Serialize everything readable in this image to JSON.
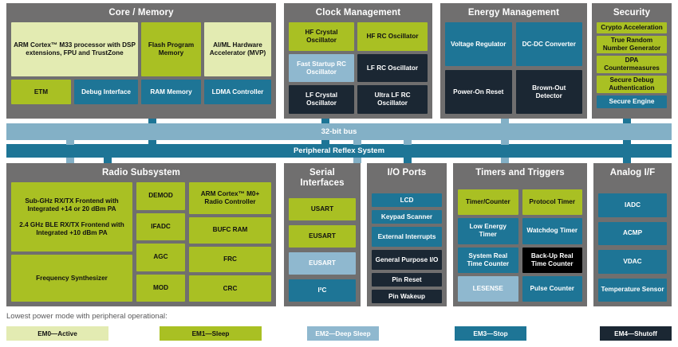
{
  "diagram": {
    "bus_32": "32-bit bus",
    "bus_prs": "Peripheral Reflex System"
  },
  "sections": {
    "core_memory": {
      "title": "Core / Memory",
      "blocks": {
        "cpu": "ARM Cortex™ M33 processor with DSP extensions, FPU and TrustZone",
        "flash": "Flash Program Memory",
        "aiml": "AI/ML Hardware Accelerator (MVP)",
        "etm": "ETM",
        "debug": "Debug Interface",
        "ram": "RAM Memory",
        "ldma": "LDMA Controller"
      }
    },
    "clock_management": {
      "title": "Clock Management",
      "blocks": {
        "hfxo": "HF Crystal Oscillator",
        "hfrco": "HF RC Oscillator",
        "fsrco": "Fast Startup RC Oscillator",
        "lfrco": "LF RC Oscillator",
        "lfxo": "LF Crystal Oscillator",
        "ulfrco": "Ultra LF RC Oscillator"
      }
    },
    "energy_management": {
      "title": "Energy Management",
      "blocks": {
        "vreg": "Voltage Regulator",
        "dcdc": "DC-DC Converter",
        "por": "Power-On Reset",
        "bod": "Brown-Out Detector"
      }
    },
    "security": {
      "title": "Security",
      "blocks": {
        "crypto": "Crypto Acceleration",
        "trng": "True Random Number Generator",
        "dpa": "DPA Countermeasures",
        "sda": "Secure Debug Authentication",
        "se": "Secure Engine"
      }
    },
    "radio_subsystem": {
      "title": "Radio Subsystem",
      "blocks": {
        "subghz": "Sub-GHz RX/TX Frontend with Integrated +14 or 20 dBm PA",
        "ble": "2.4 GHz BLE RX/TX Frontend with Integrated +10 dBm PA",
        "synth": "Frequency Synthesizer",
        "demod": "DEMOD",
        "ifadc": "IFADC",
        "agc": "AGC",
        "mod": "MOD",
        "m0": "ARM Cortex™ M0+ Radio Controller",
        "bufc": "BUFC RAM",
        "frc": "FRC",
        "crc": "CRC"
      }
    },
    "serial_interfaces": {
      "title": "Serial Interfaces",
      "blocks": {
        "usart": "USART",
        "eusart1": "EUSART",
        "eusart2": "EUSART",
        "i2c": "I²C"
      }
    },
    "io_ports": {
      "title": "I/O Ports",
      "blocks": {
        "lcd": "LCD",
        "keypad": "Keypad Scanner",
        "extint": "External Interrupts",
        "gpio": "General Purpose I/O",
        "pinreset": "Pin Reset",
        "pinwake": "Pin Wakeup"
      }
    },
    "timers_triggers": {
      "title": "Timers and Triggers",
      "blocks": {
        "timer": "Timer/Counter",
        "protocol": "Protocol Timer",
        "letimer": "Low Energy Timer",
        "wdog": "Watchdog Timer",
        "srtc": "System Real Time Counter",
        "burtc": "Back-Up Real Time Counter",
        "lesense": "LESENSE",
        "pcnt": "Pulse Counter"
      }
    },
    "analog_if": {
      "title": "Analog I/F",
      "blocks": {
        "iadc": "IADC",
        "acmp": "ACMP",
        "vdac": "VDAC",
        "tempsensor": "Temperature Sensor"
      }
    }
  },
  "legend": {
    "title": "Lowest power mode with peripheral operational:",
    "items": [
      {
        "label": "EM0—Active",
        "color": "#e3ebb2"
      },
      {
        "label": "EM1—Sleep",
        "color": "#a9c023"
      },
      {
        "label": "EM2—Deep Sleep",
        "color": "#8fb8cf"
      },
      {
        "label": "EM3—Stop",
        "color": "#1e7596"
      },
      {
        "label": "EM4—Shutoff",
        "color": "#1b2733"
      }
    ]
  },
  "colors": {
    "panel_gray": "#706f6f",
    "bus_light": "#83b0c6",
    "bus_dark": "#1e7596"
  }
}
